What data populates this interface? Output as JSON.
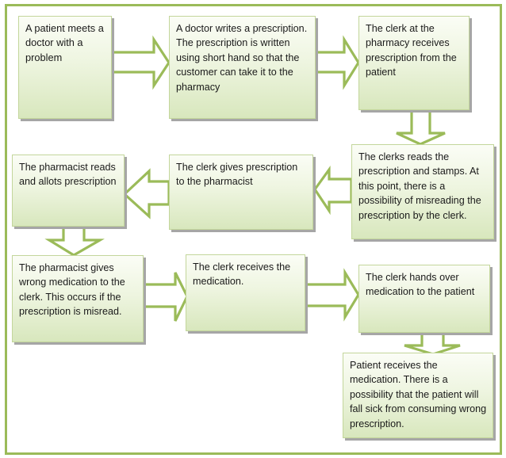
{
  "diagram": {
    "title": "",
    "colors": {
      "frame": "#9bbb59",
      "arrow_stroke": "#9bbb59",
      "box_border": "#c3d69b",
      "box_fill_top": "#fbfdf6",
      "box_fill_bottom": "#d8e7bd",
      "text": "#1a1a1a"
    },
    "steps": [
      {
        "id": 1,
        "text": "A patient meets a doctor with a problem"
      },
      {
        "id": 2,
        "text": "A doctor writes a prescription. The prescription is  written using short hand so that the customer can take it to the pharmacy"
      },
      {
        "id": 3,
        "text": "The clerk at the pharmacy receives prescription from the patient"
      },
      {
        "id": 4,
        "text": "The clerks reads the prescription and stamps. At this point, there is a possibility of misreading the prescription by the clerk."
      },
      {
        "id": 5,
        "text": "The clerk gives prescription to the pharmacist"
      },
      {
        "id": 6,
        "text": "The pharmacist reads and allots prescription"
      },
      {
        "id": 7,
        "text": "The pharmacist gives wrong medication to the clerk. This occurs if the prescription is misread."
      },
      {
        "id": 8,
        "text": "The clerk receives the medication."
      },
      {
        "id": 9,
        "text": "The clerk hands over medication to the patient"
      },
      {
        "id": 10,
        "text": "Patient receives the medication. There is a possibility that the patient will fall sick from consuming wrong prescription."
      }
    ],
    "connections": [
      {
        "from": 1,
        "to": 2,
        "direction": "right"
      },
      {
        "from": 2,
        "to": 3,
        "direction": "right"
      },
      {
        "from": 3,
        "to": 4,
        "direction": "down"
      },
      {
        "from": 4,
        "to": 5,
        "direction": "left"
      },
      {
        "from": 5,
        "to": 6,
        "direction": "left"
      },
      {
        "from": 6,
        "to": 7,
        "direction": "down"
      },
      {
        "from": 7,
        "to": 8,
        "direction": "right"
      },
      {
        "from": 8,
        "to": 9,
        "direction": "right"
      },
      {
        "from": 9,
        "to": 10,
        "direction": "down"
      }
    ]
  }
}
